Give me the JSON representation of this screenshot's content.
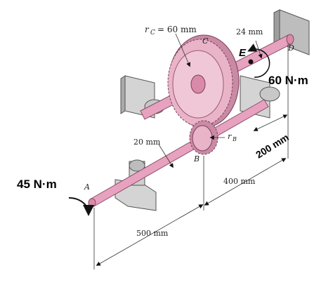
{
  "labels": {
    "r_c": "r",
    "r_c_sub": "C",
    "r_c_value": "= 60 mm",
    "dim_24": "24 mm",
    "dim_20": "20 mm",
    "r_b": "r",
    "r_b_sub": "B",
    "dim_400": "400 mm",
    "dim_500": "500 mm",
    "dim_200": "200 mm",
    "torque_a": "45 N·m",
    "torque_d": "60 N·m",
    "point_a": "A",
    "point_b": "B",
    "point_c": "C",
    "point_d": "D",
    "point_e": "E"
  },
  "colors": {
    "shaft": "#e7a2bf",
    "gear": "#e9b3c8",
    "bearing": "#d6d6d6",
    "arrow": "#111111"
  }
}
